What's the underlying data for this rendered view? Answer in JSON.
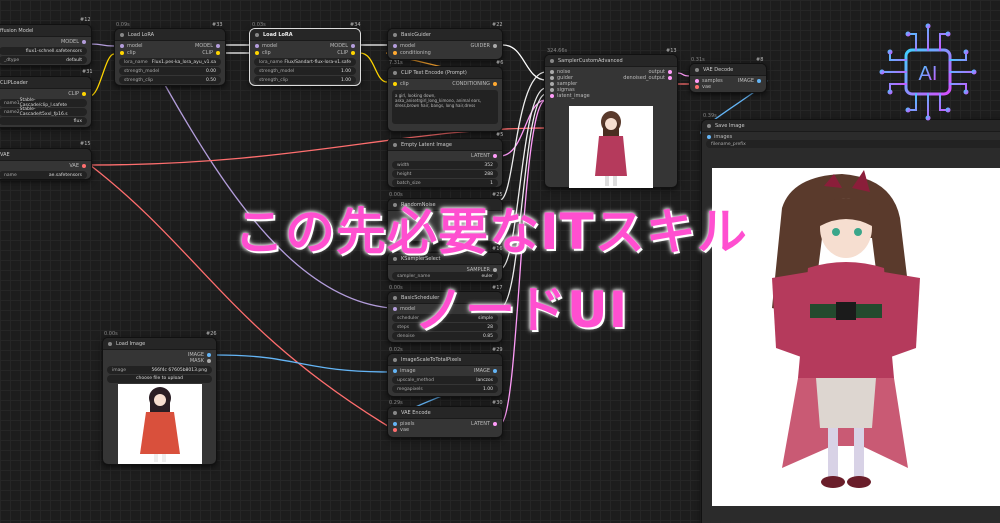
{
  "colors": {
    "accent_pink": "#ff4fd0",
    "model_pin": "#b39ddb",
    "clip_pin": "#ffd500",
    "vae_pin": "#ff6e6e",
    "latent_pin": "#ff9cf9",
    "image_pin": "#64b5f6"
  },
  "nodes": {
    "diffusion_model": {
      "id": "#12",
      "title": "ffusion Model",
      "out": "MODEL",
      "w1_val": "flux1-schnell.safetensors",
      "w2_label": "_dtype",
      "w2_val": "default"
    },
    "clip_loader": {
      "id": "#31",
      "title": "CLIPLoader",
      "out": "CLIP",
      "w1_label": "name1",
      "w1_val": "Stable-Cascade/clip_l.safete",
      "w2_label": "name2",
      "w2_val": "Stable-Cascade/t5xxl_fp16.s",
      "w3_val": "flux"
    },
    "vae_loader": {
      "id": "#15",
      "title": "VAE",
      "out": "VAE",
      "w1_label": "name",
      "w1_val": "ae.safetensors"
    },
    "lora1": {
      "time": "0.09s",
      "id": "#33",
      "title": "Load LoRA",
      "in1": "model",
      "in2": "clip",
      "out1": "MODEL",
      "out2": "CLIP",
      "w1_label": "lora_name",
      "w1_val": "Flux1.pes-ka_lora_ayu_v1.sa",
      "w2_label": "strength_model",
      "w2_val": "0.00",
      "w3_label": "strength_clip",
      "w3_val": "0.50"
    },
    "lora2": {
      "time": "0.03s",
      "id": "#34",
      "title": "Load LoRA",
      "in1": "model",
      "in2": "clip",
      "out1": "MODEL",
      "out2": "CLIP",
      "w1_label": "lora_name",
      "w1_val": "Flux/Sandart-flux-lora-v1.safe",
      "w2_label": "strength_model",
      "w2_val": "1.00",
      "w3_label": "strength_clip",
      "w3_val": "1.00"
    },
    "basic_guider": {
      "id": "#22",
      "title": "BasicGuider",
      "in1": "model",
      "in2": "conditioning",
      "out": "GUIDER"
    },
    "clip_text": {
      "time": "7.31s",
      "id": "#6",
      "title": "CLIP Text Encode (Prompt)",
      "in": "clip",
      "out": "CONDITIONING",
      "text": "a girl, looking down, aska_anisetrgirl_long_kimono, animal ears, dress,brown hair, bangs, long hair,dress"
    },
    "empty_latent": {
      "id": "#5",
      "title": "Empty Latent Image",
      "out": "LATENT",
      "w1_label": "width",
      "w1_val": "352",
      "w2_label": "height",
      "w2_val": "288",
      "w3_label": "batch_size",
      "w3_val": "1"
    },
    "random_noise": {
      "time": "0.00s",
      "id": "#25",
      "title": "RandomNoise"
    },
    "ksampler_select": {
      "id": "#16",
      "title": "KSamplerSelect",
      "out": "SAMPLER",
      "w1_label": "sampler_name",
      "w1_val": "euler"
    },
    "basic_scheduler": {
      "time": "0.00s",
      "id": "#17",
      "title": "BasicScheduler",
      "in": "model",
      "out": "SIGMAS",
      "w1_label": "scheduler",
      "w1_val": "simple",
      "w2_label": "steps",
      "w2_val": "28",
      "w3_label": "denoise",
      "w3_val": "0.85"
    },
    "sampler_custom": {
      "time": "324.66s",
      "id": "#13",
      "title": "SamplerCustomAdvanced",
      "in1": "noise",
      "in2": "guider",
      "in3": "sampler",
      "in4": "sigmas",
      "in5": "latent_image",
      "out1": "output",
      "out2": "denoised_output"
    },
    "vae_decode": {
      "time": "0.31s",
      "id": "#8",
      "title": "VAE Decode",
      "in1": "samples",
      "in2": "vae",
      "out": "IMAGE"
    },
    "save_image": {
      "time": "0.39s",
      "id": "#9",
      "title": "Save Image",
      "in": "images",
      "w1_val": "filename_prefix"
    },
    "load_image": {
      "time": "0.00s",
      "id": "#26",
      "title": "Load Image",
      "out1": "IMAGE",
      "out2": "MASK",
      "w1_label": "image",
      "w1_val": "566f4c 67605b8013.png",
      "btn": "choose file to upload"
    },
    "image_scale": {
      "time": "0.02s",
      "id": "#29",
      "title": "ImageScaleToTotalPixels",
      "in": "image",
      "out": "IMAGE",
      "w1_label": "upscale_method",
      "w1_val": "lanczos",
      "w2_label": "megapixels",
      "w2_val": "1.00"
    },
    "vae_encode": {
      "time": "0.29s",
      "id": "#30",
      "title": "VAE Encode",
      "in1": "pixels",
      "in2": "vae",
      "out": "LATENT"
    }
  },
  "overlay": {
    "line1": "この先必要なITスキル",
    "line2": "ノードUI"
  },
  "logo": {
    "text": "AI"
  }
}
